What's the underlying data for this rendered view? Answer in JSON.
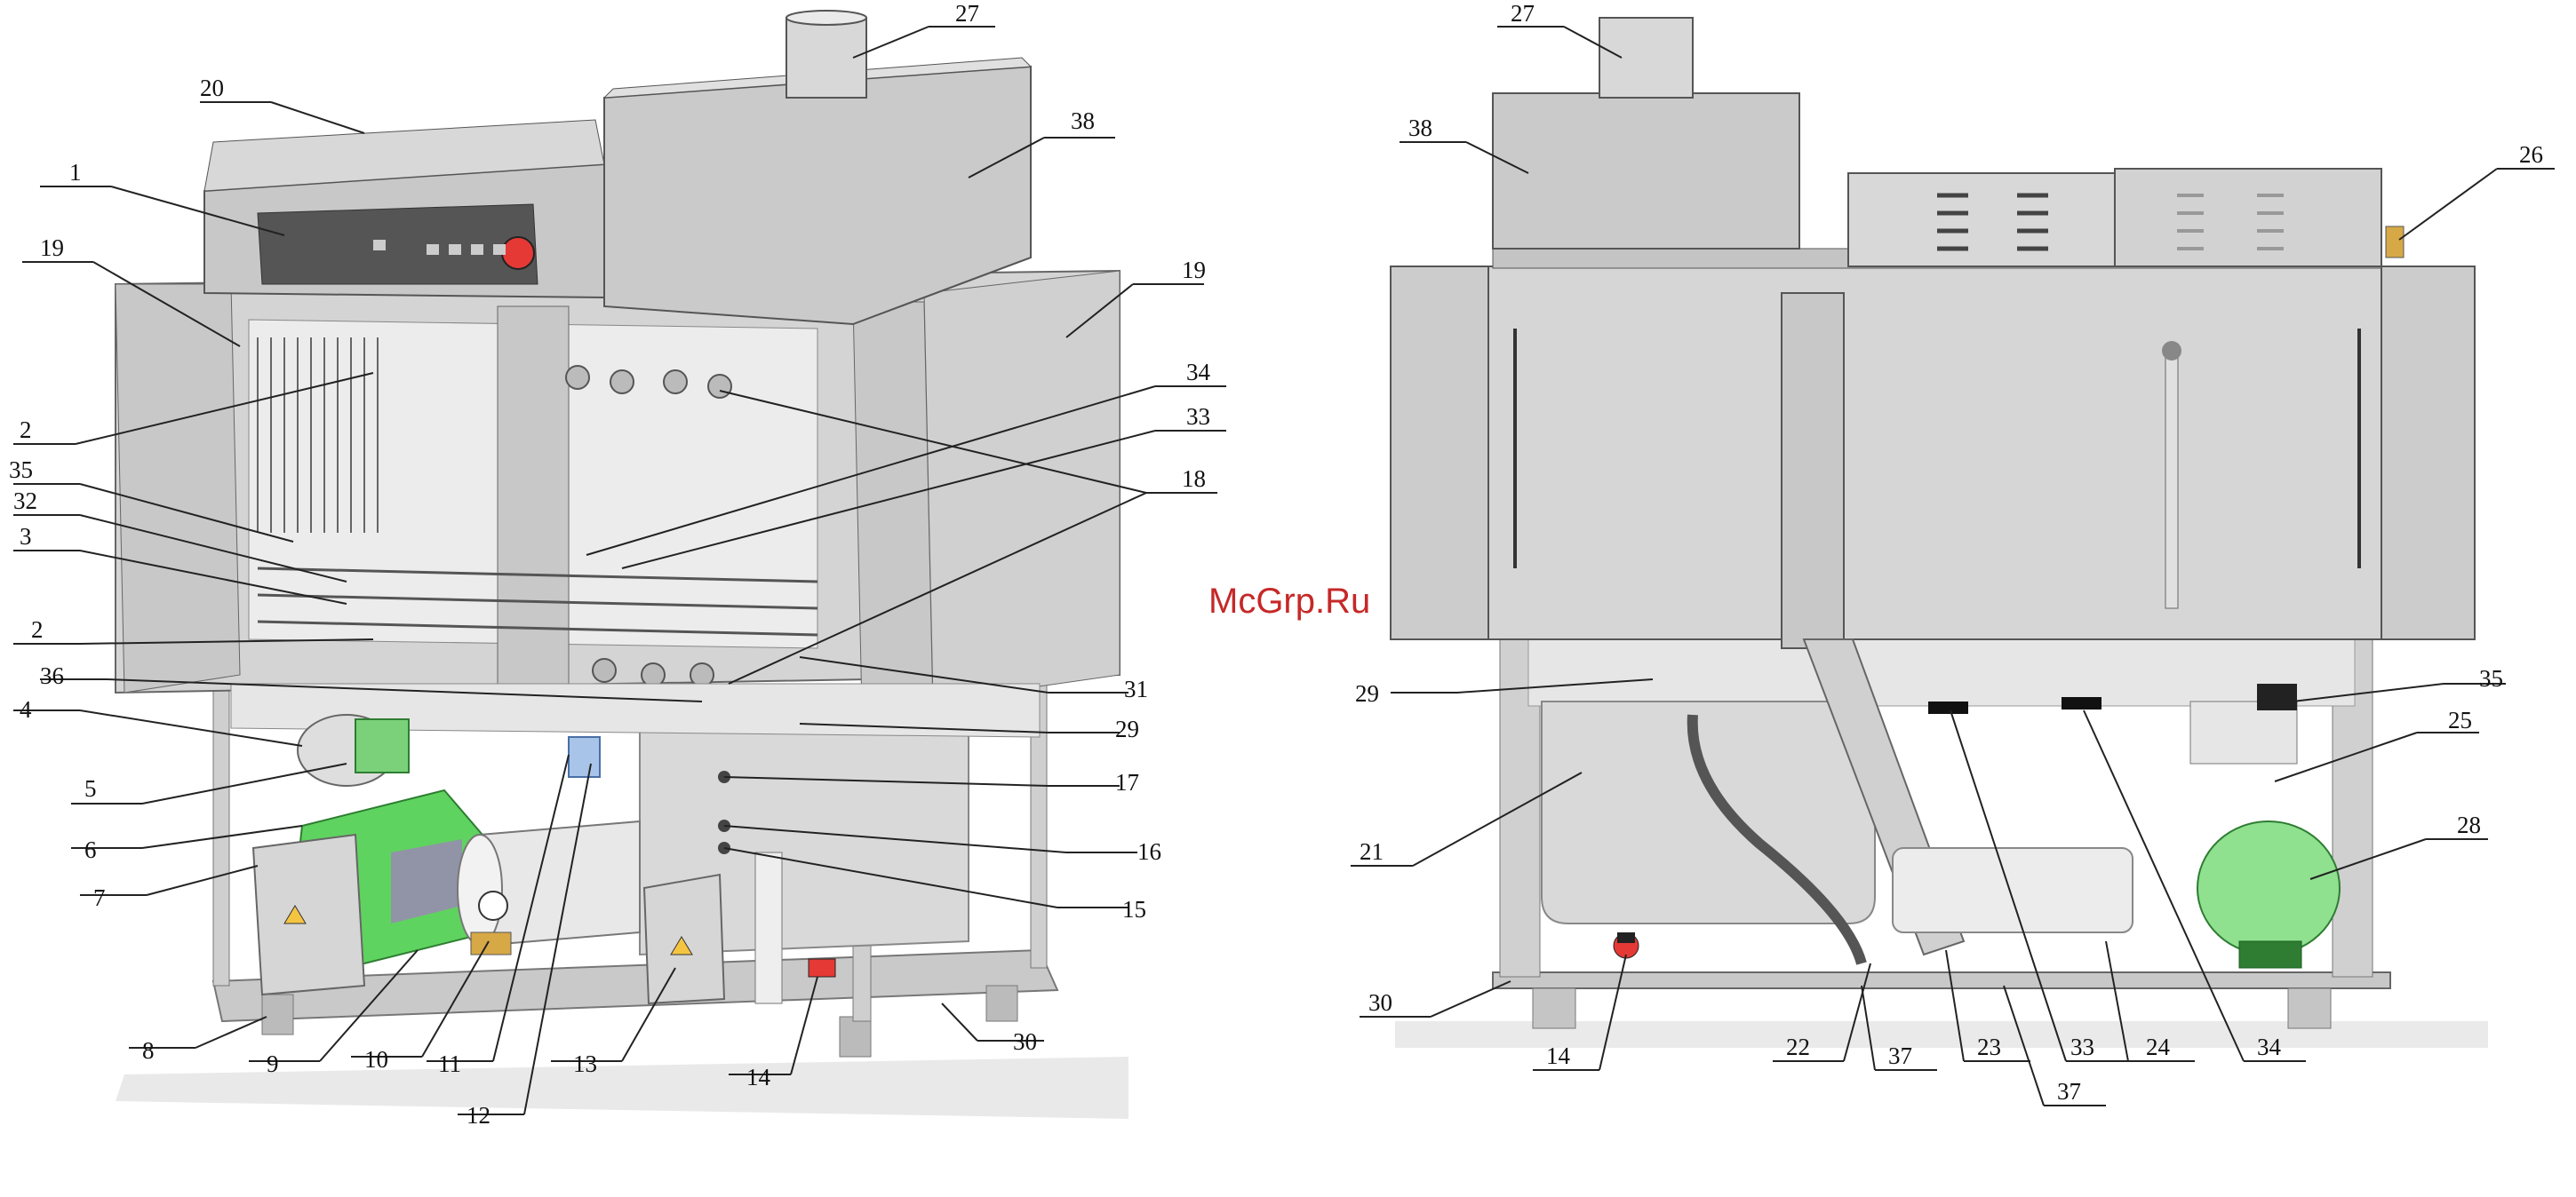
{
  "watermark": "McGrp.Ru",
  "left_view": {
    "callouts": [
      "27",
      "38",
      "20",
      "1",
      "19",
      "19",
      "2",
      "34",
      "33",
      "35",
      "32",
      "3",
      "18",
      "2",
      "31",
      "36",
      "29",
      "4",
      "17",
      "5",
      "16",
      "6",
      "15",
      "7",
      "8",
      "9",
      "10",
      "11",
      "13",
      "14",
      "30",
      "12"
    ]
  },
  "right_view": {
    "callouts": [
      "27",
      "26",
      "38",
      "29",
      "35",
      "25",
      "21",
      "28",
      "30",
      "14",
      "22",
      "37",
      "23",
      "37",
      "33",
      "24",
      "34"
    ]
  },
  "colors": {
    "machine_body": "#d4d4d4",
    "machine_dark": "#9a9a9a",
    "pump_motor": "#5fd35f",
    "tank": "#8fe08f",
    "heater_box": "#a8c4e8",
    "valve": "#e53935",
    "watermark": "#c62828"
  }
}
